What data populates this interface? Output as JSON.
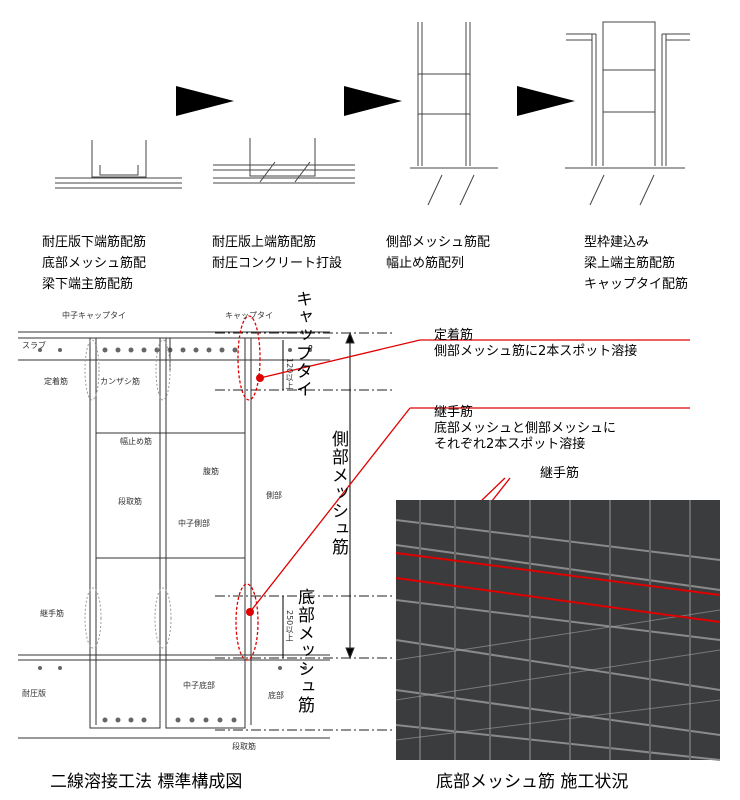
{
  "steps": [
    {
      "lines": [
        "耐圧版下端筋配筋",
        "底部メッシュ筋配",
        "梁下端主筋配筋"
      ]
    },
    {
      "lines": [
        "耐圧版上端筋配筋",
        "耐圧コンクリート打設"
      ]
    },
    {
      "lines": [
        "側部メッシュ筋配",
        "幅止め筋配列"
      ]
    },
    {
      "lines": [
        "型枠建込み",
        "梁上端主筋配筋",
        "キャップタイ配筋"
      ]
    }
  ],
  "diagram_labels": {
    "nakago_cap_tie": "中子キャップタイ",
    "cap_tie": "キャップタイ",
    "slab": "スラブ",
    "teichaku": "定着筋",
    "kanzashi": "カンザシ筋",
    "habadome": "幅止め筋",
    "harakin": "腹筋",
    "sokubu": "側部",
    "dantori": "段取筋",
    "nakago_sokubu": "中子側部",
    "tsugite": "継手筋",
    "taiatsuban": "耐圧版",
    "nakago_teibu": "中子底部",
    "teibu": "底部",
    "dantori_bottom": "段取筋",
    "dim_top": "120以上",
    "dim_bottom": "250以上"
  },
  "vertical_labels": {
    "cap_tie": "キャップタイ",
    "side_mesh": "側部メッシュ筋",
    "bottom_mesh": "底部メッシュ筋"
  },
  "notes": {
    "teichaku_title": "定着筋",
    "teichaku_body": "側部メッシュ筋に2本スポット溶接",
    "tsugite_title": "継手筋",
    "tsugite_body1": "底部メッシュと側部メッシュに",
    "tsugite_body2": "それぞれ2本スポット溶接",
    "photo_label": "継手筋"
  },
  "captions": {
    "left": "二線溶接工法  標準構成図",
    "right": "底部メッシュ筋 施工状況"
  },
  "colors": {
    "highlight": "#e00000",
    "rebar": "#222222",
    "photo_bg": "#3a3c3e"
  }
}
